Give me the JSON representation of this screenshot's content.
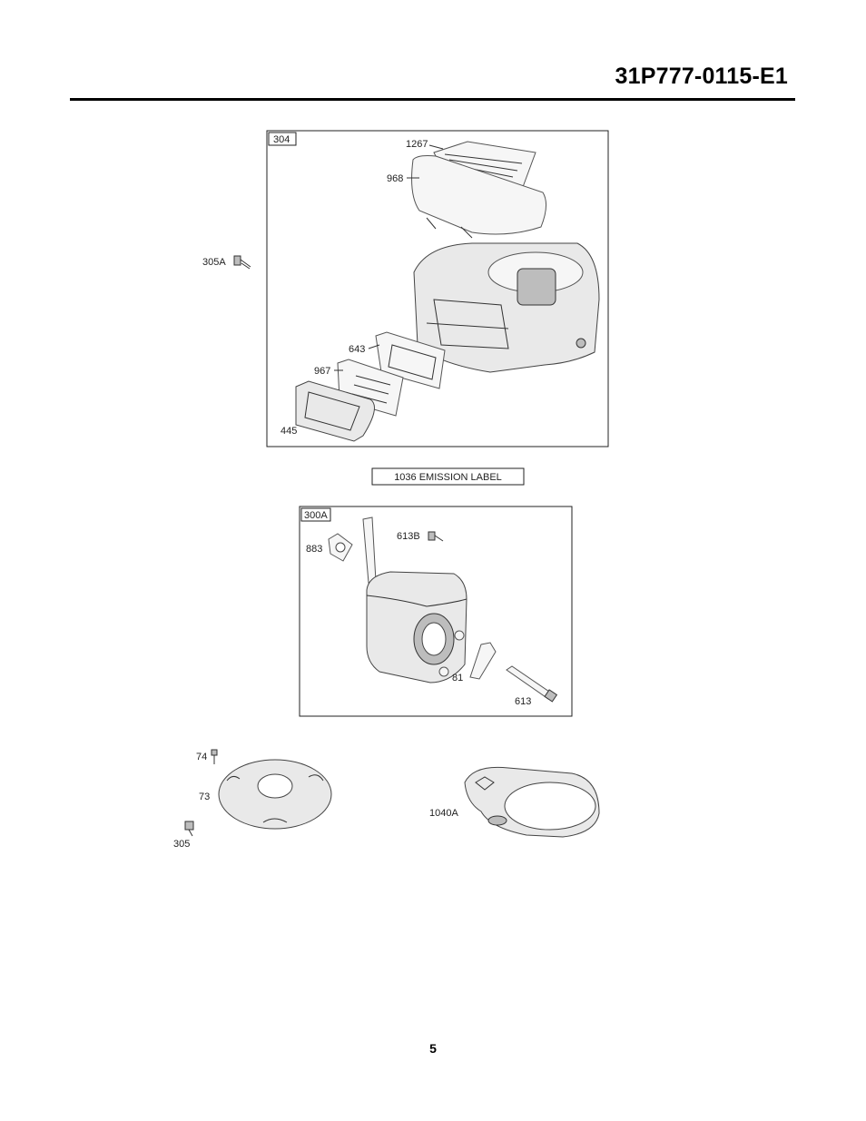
{
  "header": {
    "doc_number": "31P777-0115-E1"
  },
  "page_number": "5",
  "figure_304": {
    "box_label": "304",
    "callouts": [
      "1267",
      "968",
      "305A",
      "643",
      "967",
      "445"
    ]
  },
  "emission_label": "1036 EMISSION LABEL",
  "figure_300A": {
    "box_label": "300A",
    "callouts": [
      "883",
      "613B",
      "81",
      "613"
    ]
  },
  "figure_73": {
    "callouts": [
      "74",
      "73",
      "305"
    ]
  },
  "figure_1040A": {
    "callouts": [
      "1040A"
    ]
  }
}
